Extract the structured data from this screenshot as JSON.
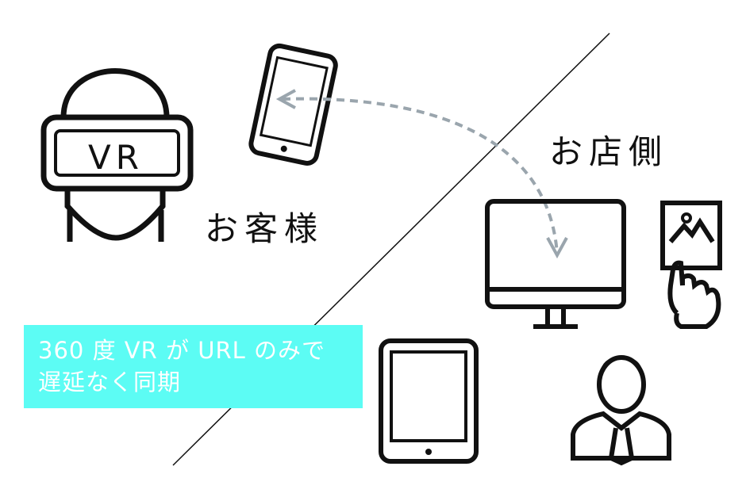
{
  "labels": {
    "customer": "お客様",
    "store": "お店側",
    "vr_headset_text": "VR"
  },
  "callout": {
    "line1": "360 度 VR が URL のみで",
    "line2": "遅延なく同期",
    "bg_color": "#5cfcf4"
  },
  "colors": {
    "arrow": "#9aa5ad",
    "stroke": "#111111"
  }
}
